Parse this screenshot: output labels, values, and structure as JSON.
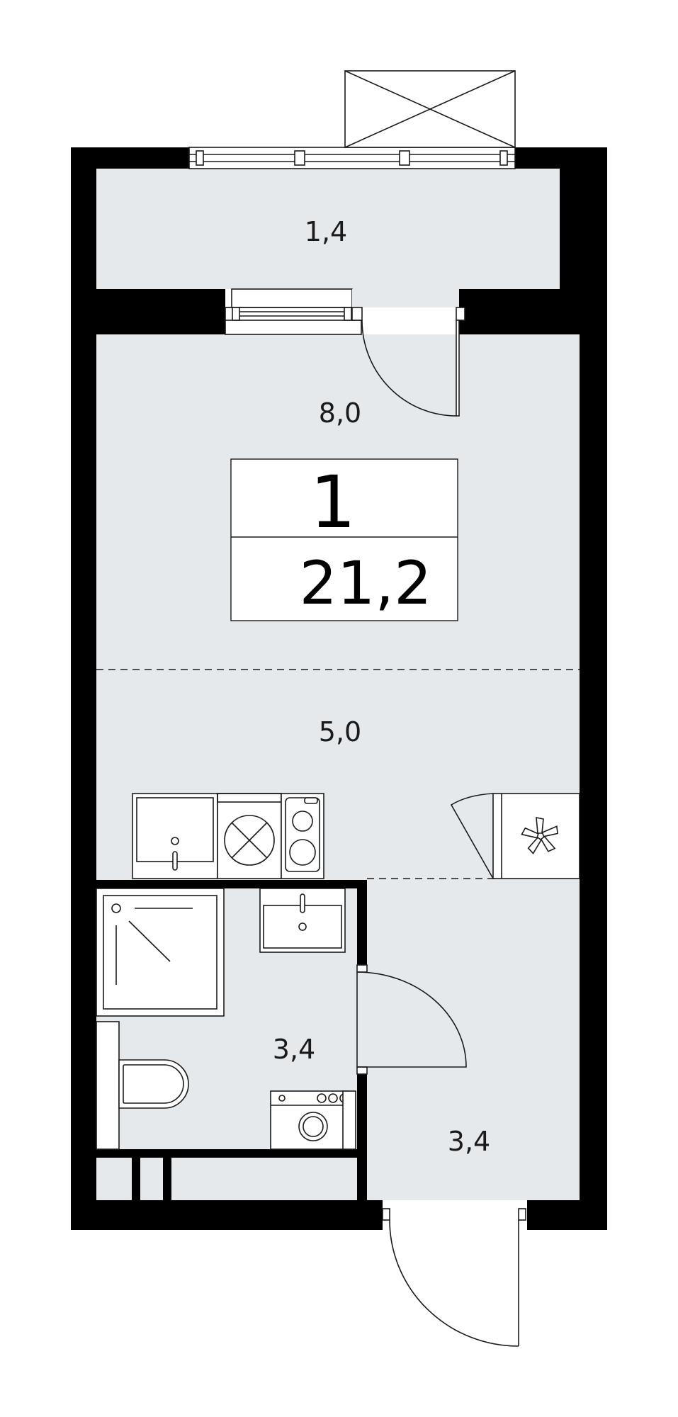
{
  "colors": {
    "wall": "#000000",
    "floor": "#e6e9ec",
    "background": "#ffffff",
    "line": "#1a1a1a"
  },
  "plan": {
    "rooms": 1,
    "total_area": "21,2"
  },
  "zones": {
    "balcony": "1,4",
    "living": "8,0",
    "kitchen": "5,0",
    "bathroom": "3,4",
    "hallway": "3,4"
  },
  "icons": [
    "ventilation-fan-icon",
    "hob-icon",
    "washing-machine-icon",
    "sink-icon",
    "toilet-icon",
    "shower-icon",
    "door-swing-icon",
    "window-icon"
  ]
}
